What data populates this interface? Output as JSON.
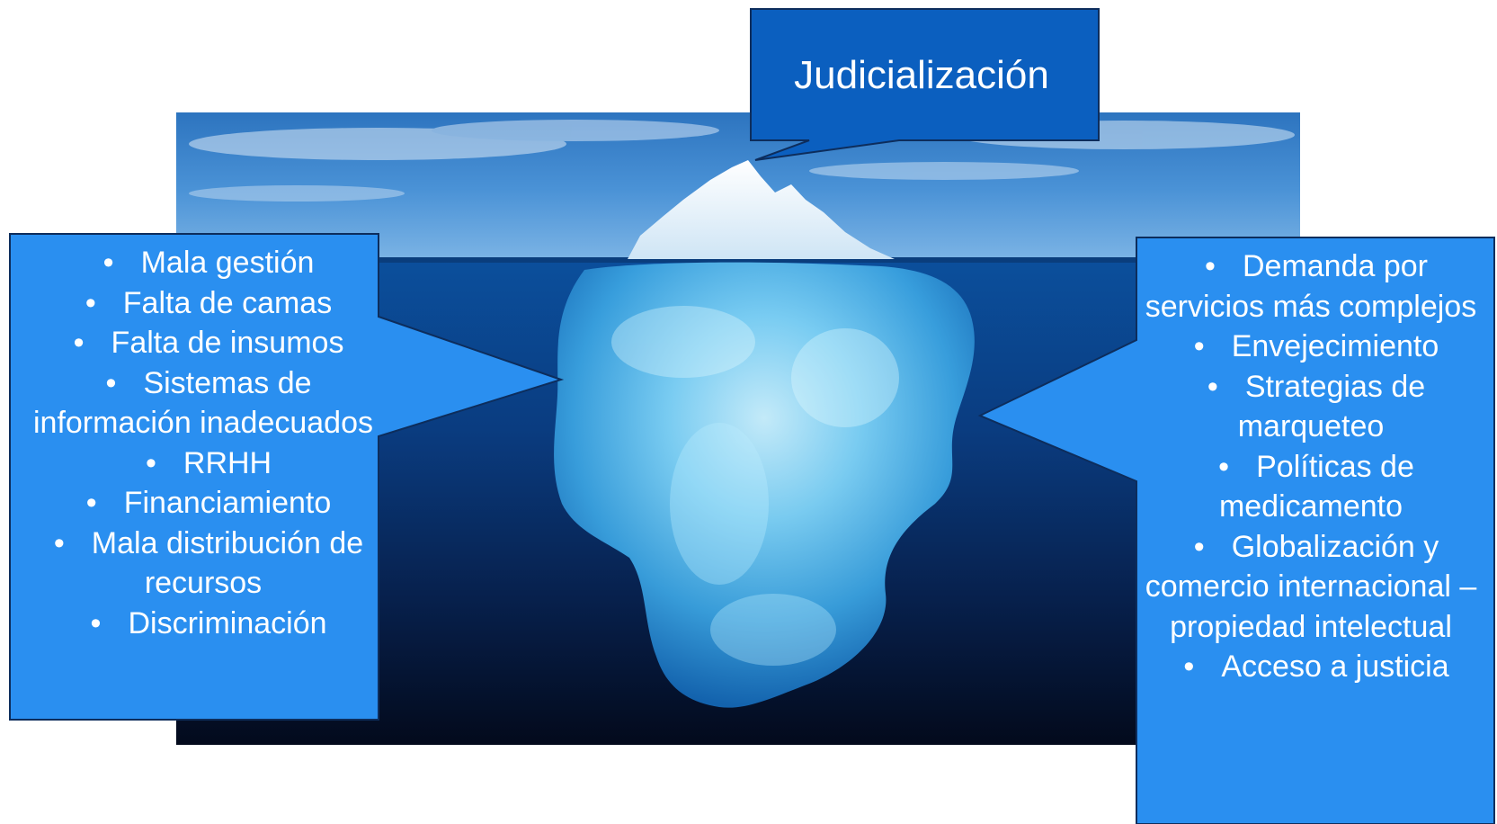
{
  "top_callout": {
    "text": "Judicialización"
  },
  "left_callout": {
    "items": [
      "Mala gestión",
      "Falta de camas",
      "Falta de insumos",
      "Sistemas de información inadecuados",
      "RRHH",
      "Financiamiento",
      "Mala distribución de recursos",
      "Discriminación"
    ]
  },
  "right_callout": {
    "items": [
      "Demanda por servicios más complejos",
      "Envejecimiento",
      "Strategias de marqueteo",
      "Políticas de medicamento",
      "Globalización y comercio internacional – propiedad intelectual",
      "Acceso a justicia"
    ]
  },
  "colors": {
    "callout_fill": "#2a8ff0",
    "callout_top_fill": "#0b5fbf",
    "callout_border": "#0d2d5c",
    "sky_top": "#1e5fa8",
    "sea_surface": "#0a4e9e",
    "deep_sea": "#04122e",
    "ice_light": "#bfefff",
    "ice_mid": "#4fb8ec"
  },
  "bullet_glyph": "•"
}
